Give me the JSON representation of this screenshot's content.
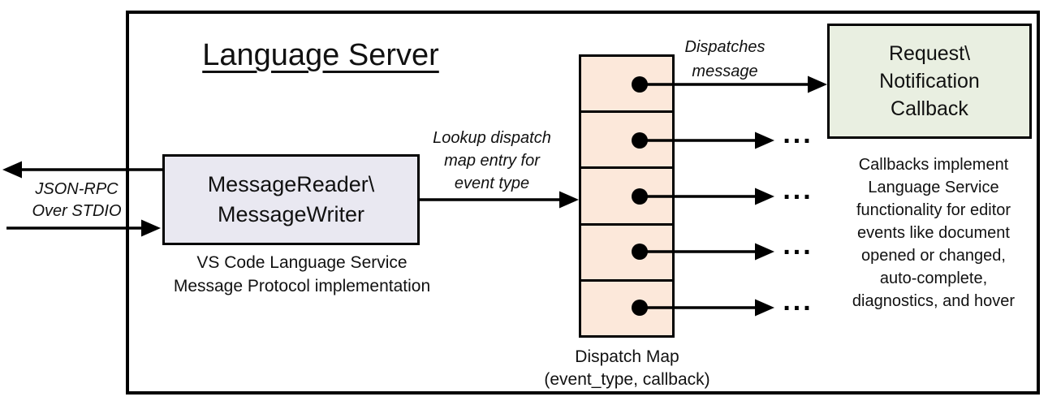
{
  "diagram": {
    "title": "Language Server",
    "io_label": "JSON-RPC\nOver STDIO",
    "message_reader": {
      "label": "MessageReader\\\nMessageWriter",
      "caption": "VS Code Language Service\nMessage Protocol implementation",
      "fill": "#e9e8f1"
    },
    "lookup_label": "Lookup dispatch\nmap entry for\nevent type",
    "dispatch_map": {
      "label": "Dispatch Map\n(event_type, callback)",
      "fill": "#fce8da",
      "cell_count": 5
    },
    "dispatches_label": "Dispatches\nmessage",
    "callback": {
      "label": "Request\\\nNotification\nCallback",
      "fill": "#e9efe1",
      "description": "Callbacks implement\nLanguage Service\nfunctionality for editor\nevents like document\nopened or changed,\nauto-complete,\ndiagnostics, and hover"
    },
    "ellipsis": "..."
  }
}
